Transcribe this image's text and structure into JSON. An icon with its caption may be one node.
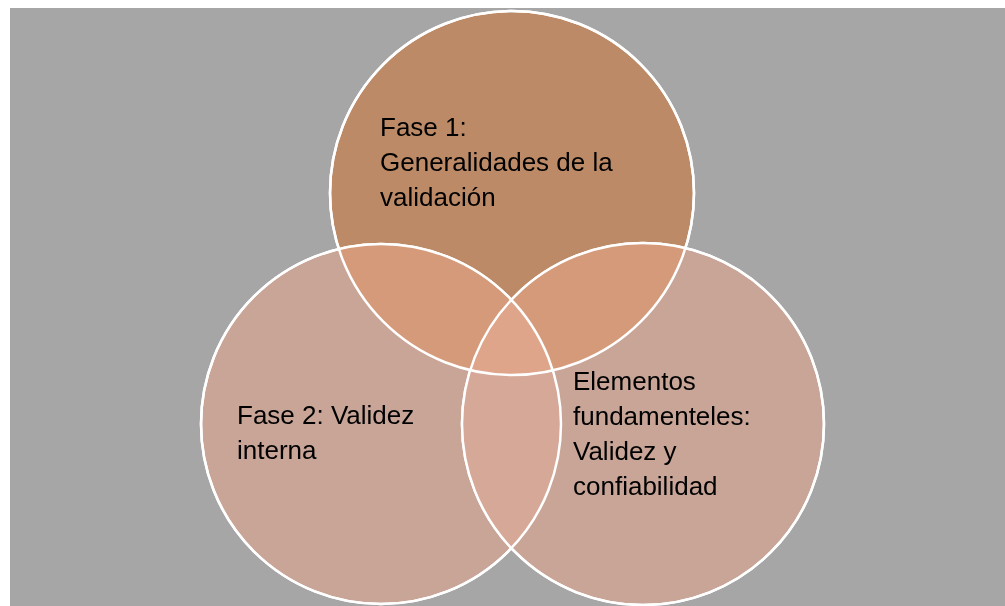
{
  "diagram": {
    "nodes": [
      {
        "text": [
          "Fase 1: Generalidades de la validación"
        ]
      },
      {
        "text": [
          "Fase 2: Validez interna"
        ]
      },
      {
        "text": [
          "Elementos fundamenteles: Validez y confiabilidad"
        ]
      }
    ],
    "edges": []
  }
}
